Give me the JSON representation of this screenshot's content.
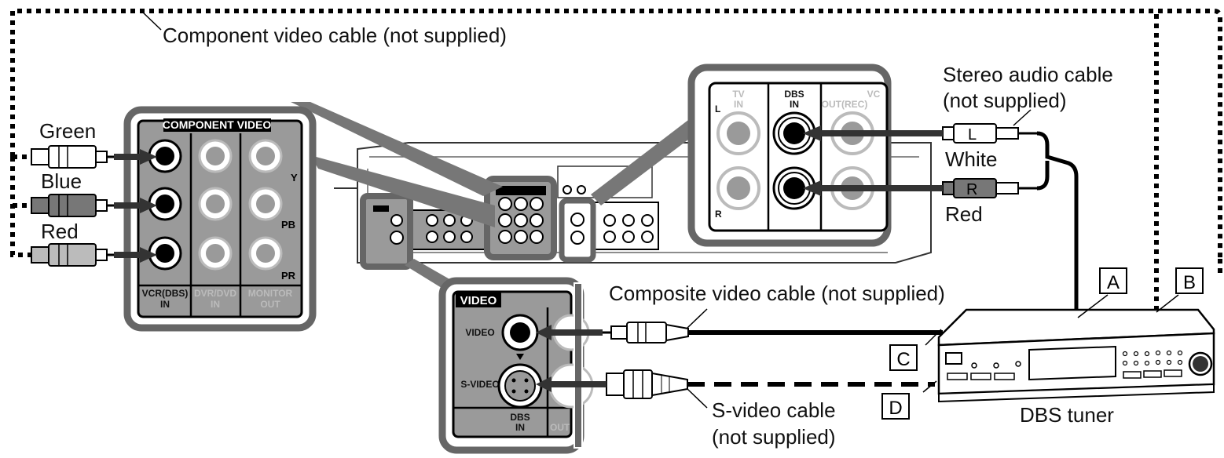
{
  "labels": {
    "component_cable": "Component video cable (not supplied)",
    "green": "Green",
    "blue": "Blue",
    "red_left": "Red",
    "stereo_line1": "Stereo audio cable",
    "stereo_line2": "(not supplied)",
    "white": "White",
    "red_right": "Red",
    "composite_cable": "Composite video cable (not supplied)",
    "svideo_line1": "S-video cable",
    "svideo_line2": "(not supplied)",
    "dbs_tuner": "DBS tuner",
    "plug_l": "L",
    "plug_r": "R"
  },
  "markers": {
    "a": "A",
    "b": "B",
    "c": "C",
    "d": "D"
  },
  "component_panel": {
    "title": "COMPONENT VIDEO",
    "y": "Y",
    "pb": "PB",
    "pr": "PR",
    "col1_line1": "VCR(DBS)",
    "col1_line2": "IN",
    "col2_line1": "DVR/DVD",
    "col2_line2": "IN",
    "col3_line1": "MONITOR",
    "col3_line2": "OUT"
  },
  "audio_panel": {
    "tv_line1": "TV",
    "tv_line2": "IN",
    "dbs_line1": "DBS",
    "dbs_line2": "IN",
    "vc_line1": "VC",
    "vc_line2": "OUT(REC)",
    "l": "L",
    "r": "R"
  },
  "video_panel": {
    "title": "VIDEO",
    "video": "VIDEO",
    "svideo": "S-VIDEO",
    "dbs_line1": "DBS",
    "dbs_line2": "IN",
    "out": "OUT"
  }
}
